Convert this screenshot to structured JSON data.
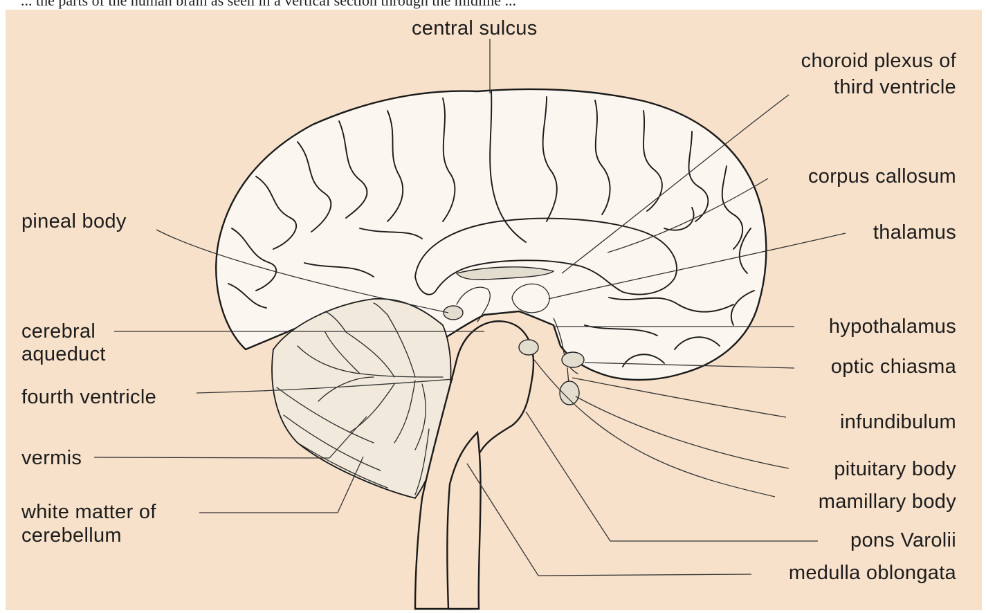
{
  "caption_fragment": "... the parts of the human brain as seen in a vertical section through the midline ...",
  "labels": {
    "central_sulcus": "central sulcus",
    "choroid_plexus_1": "choroid plexus of",
    "choroid_plexus_2": "third ventricle",
    "corpus_callosum": "corpus callosum",
    "thalamus": "thalamus",
    "hypothalamus": "hypothalamus",
    "optic_chiasma": "optic chiasma",
    "infundibulum": "infundibulum",
    "pituitary_body": "pituitary body",
    "mamillary_body": "mamillary body",
    "pons_varolii": "pons Varolii",
    "medulla_oblongata": "medulla oblongata",
    "pineal_body": "pineal body",
    "cerebral_aqueduct_1": "cerebral",
    "cerebral_aqueduct_2": "aqueduct",
    "fourth_ventricle": "fourth ventricle",
    "vermis": "vermis",
    "white_matter_1": "white matter of",
    "white_matter_2": "cerebellum"
  },
  "colors": {
    "background": "#f7e1ca",
    "brain_fill": "#fbf7f0",
    "ink": "#1a1a1a"
  }
}
